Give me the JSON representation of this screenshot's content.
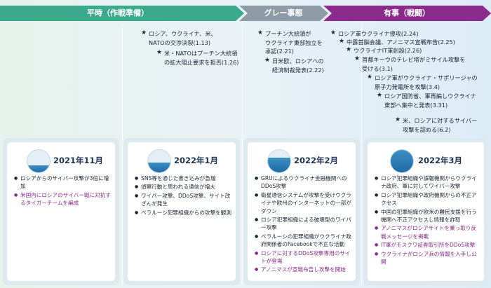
{
  "phases": [
    {
      "label": "平時（作戦準備）",
      "color": "#3aaa8a"
    },
    {
      "label": "グレー事態",
      "color": "#8c9ba6"
    },
    {
      "label": "有事（戦闘）",
      "color": "#8a2a8a"
    }
  ],
  "events": [
    {
      "text": "ロシア、ウクライナ、米、\nNATOの交渉決裂(1.13)"
    },
    {
      "text": "米・NATOはプーチン大統領\nの拡大阻止要求を拒否(1.26)"
    },
    {
      "text": "プーチン大統領が\nウクライナ東部独立を\n承認(2.21)"
    },
    {
      "text": "日米欧、ロシアへの\n経済制裁発表(2.22)"
    },
    {
      "text": "ロシア軍ウクライナ侵攻(2.24)"
    },
    {
      "text": "中露首脳会議、アノニマス宣戦布告(2.25)"
    },
    {
      "text": "ウクライナIT軍創設(2.26)"
    },
    {
      "text": "首都キーウのテレビ塔がミサイル攻撃を\n受ける(3.1)"
    },
    {
      "text": "ロシア軍がウクライナ・サポリージャの\n原子力発電所を攻撃(3.4)"
    },
    {
      "text": "ロシア国防省、軍再編しウクライナ\n東部へ集中と発表(3.31)"
    },
    {
      "text": "米、ロシアに対するサイバー\n攻撃を認める(6.2)"
    }
  ],
  "months": [
    {
      "title": "2021年11月",
      "fill_level": 0.3,
      "items": [
        {
          "text": "ロシアからのサイバー攻撃が3倍に増加",
          "highlight": false
        },
        {
          "text": "米国内にロシアのサイバー戦に対抗するタイガーチームを編成",
          "highlight": true
        }
      ]
    },
    {
      "title": "2022年1月",
      "fill_level": 0.45,
      "items": [
        {
          "text": "SNS等を通じた書き込みが急増",
          "highlight": false
        },
        {
          "text": "偵察行動と思われる通信が増大",
          "highlight": false
        },
        {
          "text": "ワイパー攻撃、DDoS攻撃、サイト改ざんが発生",
          "highlight": false
        },
        {
          "text": "ベラルーシ犯罪組織からの攻撃を観測",
          "highlight": false
        }
      ]
    },
    {
      "title": "2022年2月",
      "fill_level": 0.65,
      "items": [
        {
          "text": "GRUによるウクライナ金融機関へのDDoS攻撃",
          "highlight": false
        },
        {
          "text": "衛星通信システムが攻撃を受けウクライナや欧州のインターネットの一部がダウン",
          "highlight": false
        },
        {
          "text": "ロシア犯罪組織による破壊型のワイパー攻撃",
          "highlight": false
        },
        {
          "text": "ベラルーシの犯罪組織がウクライナ政府関係者のFacebookで不正な活動",
          "highlight": false
        },
        {
          "text": "ロシアに対するDDoS攻撃専用のサイトが登場",
          "highlight": true
        },
        {
          "text": "アノニマスが宣戦布告し攻撃を開始",
          "highlight": true
        }
      ]
    },
    {
      "title": "2022年3月",
      "fill_level": 1.0,
      "items": [
        {
          "text": "ロシア犯罪組織や諜報機関からウクライナ政府、軍に対してワイパー攻撃",
          "highlight": false
        },
        {
          "text": "ロシア犯罪組織や政府機関からの不正アクセス",
          "highlight": false
        },
        {
          "text": "中国の犯罪組織が欧米の難民支援を行う機関へ不正アクセスし情報を詐取",
          "highlight": false
        },
        {
          "text": "アノニマスがロシアサイトを乗っ取り反戦メッセージを掲載",
          "highlight": true
        },
        {
          "text": "IT軍がモスクワ証券取引所をDDoS攻撃",
          "highlight": true
        },
        {
          "text": "ウクライナがロシア兵の情報を入手し公開",
          "highlight": true
        }
      ]
    }
  ]
}
